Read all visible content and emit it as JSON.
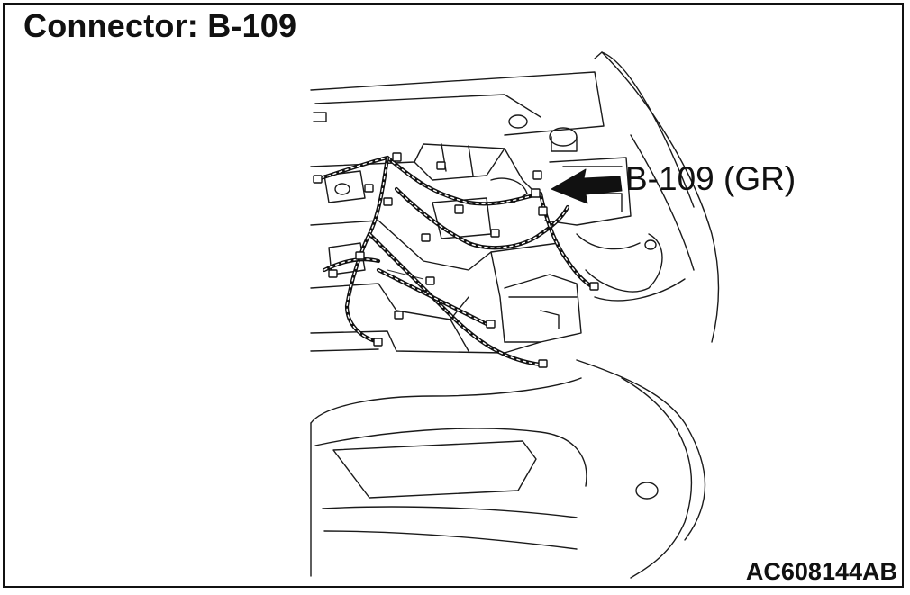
{
  "title": "Connector: B-109",
  "callout": {
    "label": "B-109 (GR)"
  },
  "figure_id": "AC608144AB",
  "colors": {
    "line": "#1a1a1a",
    "background": "#ffffff"
  }
}
